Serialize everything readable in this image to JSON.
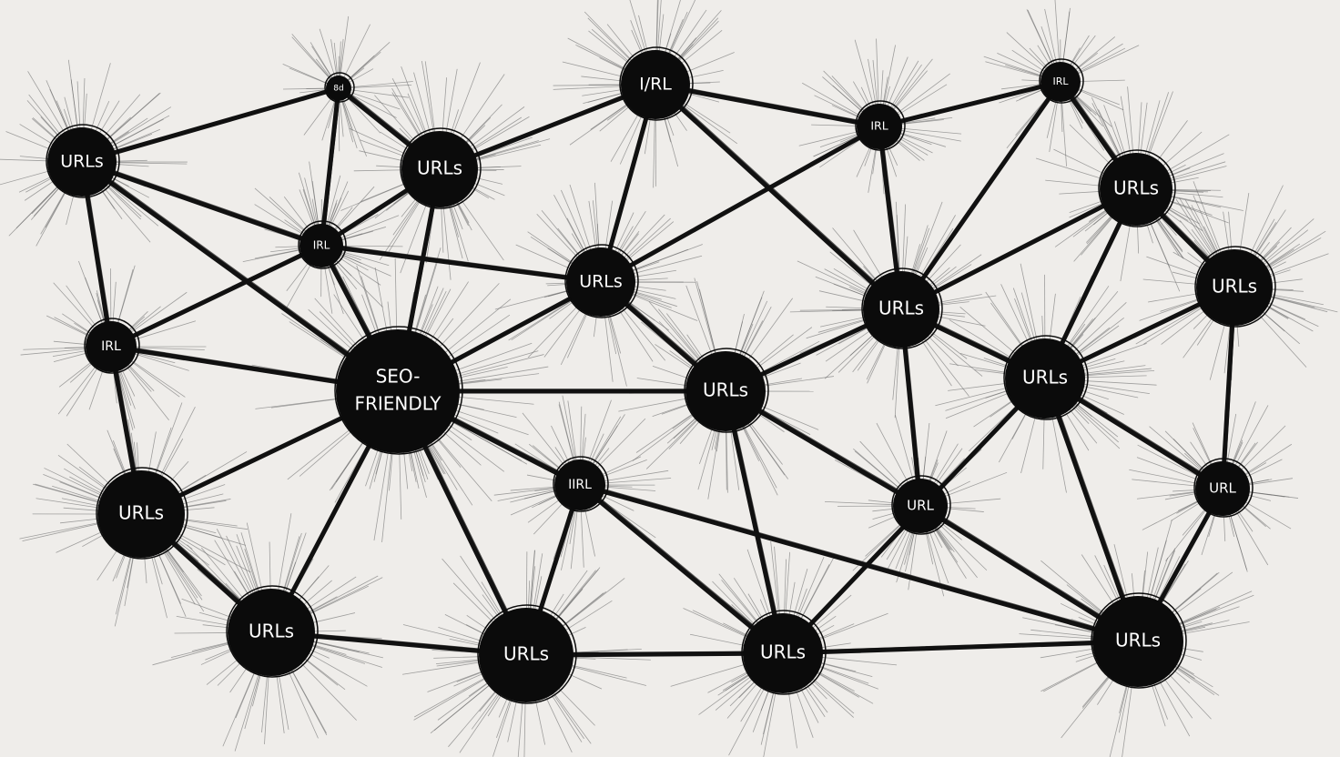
{
  "diagram": {
    "nodes": [
      {
        "id": 0,
        "lines": [
          "URLs"
        ]
      },
      {
        "id": 1,
        "lines": [
          "8d"
        ]
      },
      {
        "id": 2,
        "lines": [
          "URLs"
        ]
      },
      {
        "id": 3,
        "lines": [
          "IRL"
        ]
      },
      {
        "id": 4,
        "lines": [
          "I/RL"
        ]
      },
      {
        "id": 5,
        "lines": [
          "IRL"
        ]
      },
      {
        "id": 6,
        "lines": [
          "IRL"
        ]
      },
      {
        "id": 7,
        "lines": [
          "URLs"
        ]
      },
      {
        "id": 8,
        "lines": [
          "URLs"
        ]
      },
      {
        "id": 9,
        "lines": [
          "URLs"
        ]
      },
      {
        "id": 10,
        "lines": [
          "URLs"
        ]
      },
      {
        "id": 11,
        "lines": [
          "IRL"
        ]
      },
      {
        "id": 12,
        "lines": [
          "SEO-",
          "FRIENDLY"
        ]
      },
      {
        "id": 13,
        "lines": [
          "URLs"
        ]
      },
      {
        "id": 14,
        "lines": [
          "URLs"
        ]
      },
      {
        "id": 15,
        "lines": [
          "IIRL"
        ]
      },
      {
        "id": 16,
        "lines": [
          "URL"
        ]
      },
      {
        "id": 17,
        "lines": [
          "URL"
        ]
      },
      {
        "id": 18,
        "lines": [
          "URLs"
        ]
      },
      {
        "id": 19,
        "lines": [
          "URLs"
        ]
      },
      {
        "id": 20,
        "lines": [
          "URLs"
        ]
      },
      {
        "id": 21,
        "lines": [
          "URLs"
        ]
      },
      {
        "id": 22,
        "lines": [
          "URLs"
        ]
      }
    ],
    "edges": [
      [
        0,
        1
      ],
      [
        0,
        12
      ],
      [
        0,
        11
      ],
      [
        0,
        3
      ],
      [
        1,
        2
      ],
      [
        1,
        3
      ],
      [
        2,
        3
      ],
      [
        2,
        4
      ],
      [
        2,
        12
      ],
      [
        3,
        11
      ],
      [
        3,
        12
      ],
      [
        3,
        9
      ],
      [
        4,
        9
      ],
      [
        4,
        10
      ],
      [
        4,
        5
      ],
      [
        5,
        6
      ],
      [
        5,
        10
      ],
      [
        6,
        7
      ],
      [
        6,
        10
      ],
      [
        7,
        8
      ],
      [
        7,
        14
      ],
      [
        8,
        14
      ],
      [
        8,
        17
      ],
      [
        9,
        12
      ],
      [
        9,
        13
      ],
      [
        9,
        5
      ],
      [
        11,
        12
      ],
      [
        11,
        18
      ],
      [
        12,
        13
      ],
      [
        12,
        15
      ],
      [
        12,
        18
      ],
      [
        12,
        19
      ],
      [
        12,
        20
      ],
      [
        13,
        10
      ],
      [
        13,
        21
      ],
      [
        13,
        16
      ],
      [
        10,
        14
      ],
      [
        10,
        16
      ],
      [
        14,
        21
      ],
      [
        14,
        22
      ],
      [
        14,
        17
      ],
      [
        15,
        20
      ],
      [
        15,
        21
      ],
      [
        15,
        22
      ],
      [
        16,
        22
      ],
      [
        17,
        22
      ],
      [
        18,
        19
      ],
      [
        19,
        20
      ],
      [
        20,
        21
      ],
      [
        21,
        22
      ],
      [
        10,
        7
      ]
    ],
    "colors": {
      "background": "#efedea",
      "node": "#0b0b0b",
      "edge": "#111111",
      "rays": "#6a6a6a",
      "label": "#ffffff"
    }
  }
}
